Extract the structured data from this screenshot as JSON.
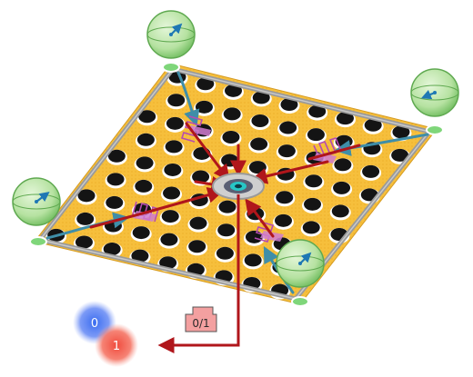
{
  "diagram": {
    "qubit_count": 5,
    "readout": {
      "label": "0/1",
      "state_zero": "0",
      "state_one": "1"
    },
    "colors": {
      "membrane": "#f6bf3c",
      "frame": "#9a9a9a",
      "holes": "#141414",
      "bloch_sphere": "#b6e2a1",
      "bloch_arrow": "#1f78b4",
      "waveguide": "#3f8ea8",
      "coupling_arrow": "#b0161b",
      "resonator": "#b54bb2",
      "central_ring": "#5a5f73",
      "central_defect": "#27c6c6",
      "state_zero": "#3a6cf0",
      "state_one": "#f04a3c"
    },
    "icons": [
      "bloch-sphere-icon",
      "readout-pulse-icon",
      "state-cloud-icon"
    ]
  }
}
